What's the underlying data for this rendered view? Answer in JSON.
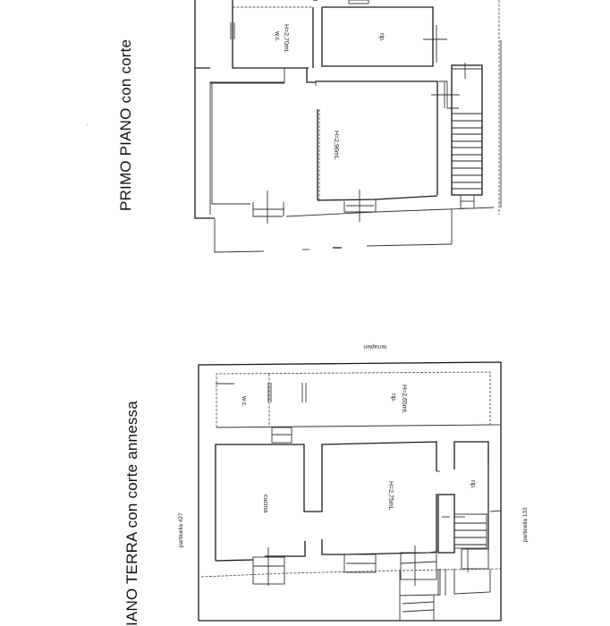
{
  "document": {
    "type": "architectural floor plan",
    "colors": {
      "ink": "#1a1a1a",
      "background": "#ffffff"
    }
  },
  "plans": {
    "upper": {
      "title": "PRIMO PIANO con corte",
      "rooms": [
        {
          "name": "w.c.",
          "height": "H=2,70mt."
        },
        {
          "name": "rip."
        },
        {
          "name": "",
          "height": "H=2,96mL"
        }
      ],
      "stair": {
        "steps": 11
      }
    },
    "lower": {
      "title": "IANO TERRA con corte annessa",
      "rooms": [
        {
          "name": "w.c."
        },
        {
          "name": "rip.",
          "height": "H=2,65mt."
        },
        {
          "name": "cucina"
        },
        {
          "name": "",
          "height": "H=2,75mL"
        },
        {
          "name": "rip."
        }
      ],
      "stair": {
        "steps": 5
      }
    }
  },
  "annotations": {
    "terrapieno": "terrapien",
    "parcel_left": "particella 427",
    "parcel_right": "particella 133"
  }
}
